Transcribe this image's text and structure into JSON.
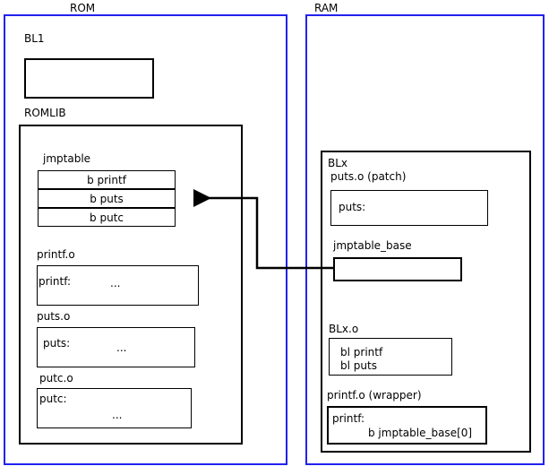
{
  "diagram": {
    "regions": [
      {
        "name": "rom",
        "label": "ROM"
      },
      {
        "name": "ram",
        "label": "RAM"
      }
    ],
    "rom": {
      "bl1": {
        "caption": "BL1",
        "body": ""
      },
      "romlib": {
        "caption": "ROMLIB",
        "jmptable": {
          "caption": "jmptable",
          "entries": [
            {
              "text": "b printf"
            },
            {
              "text": "b puts"
            },
            {
              "text": "b putc"
            }
          ]
        },
        "objects": [
          {
            "caption": "printf.o",
            "label": "printf:",
            "ellipsis": "..."
          },
          {
            "caption": "puts.o",
            "label": "puts:",
            "ellipsis": "..."
          },
          {
            "caption": "putc.o",
            "label": "putc:",
            "ellipsis": "..."
          }
        ]
      }
    },
    "ram": {
      "blx": {
        "caption": "BLx",
        "patch": {
          "caption": "puts.o (patch)",
          "label": "puts:"
        },
        "jmptable_base": {
          "caption": "jmptable_base",
          "body": ""
        },
        "blx_o": {
          "caption": "BLx.o",
          "line1": "bl printf",
          "line2": "bl puts"
        },
        "wrapper": {
          "caption": "printf.o (wrapper)",
          "label": "printf:",
          "instruction": "b jmptable_base[0]"
        }
      }
    },
    "connector": {
      "name": "jmptable-base-to-jmptable-puts-arrow",
      "description": "arrow from jmptable_base to b puts entry"
    },
    "colors": {
      "region_border": "#2222ee",
      "box_border": "#000000",
      "background": "#ffffff",
      "text": "#000000"
    }
  }
}
